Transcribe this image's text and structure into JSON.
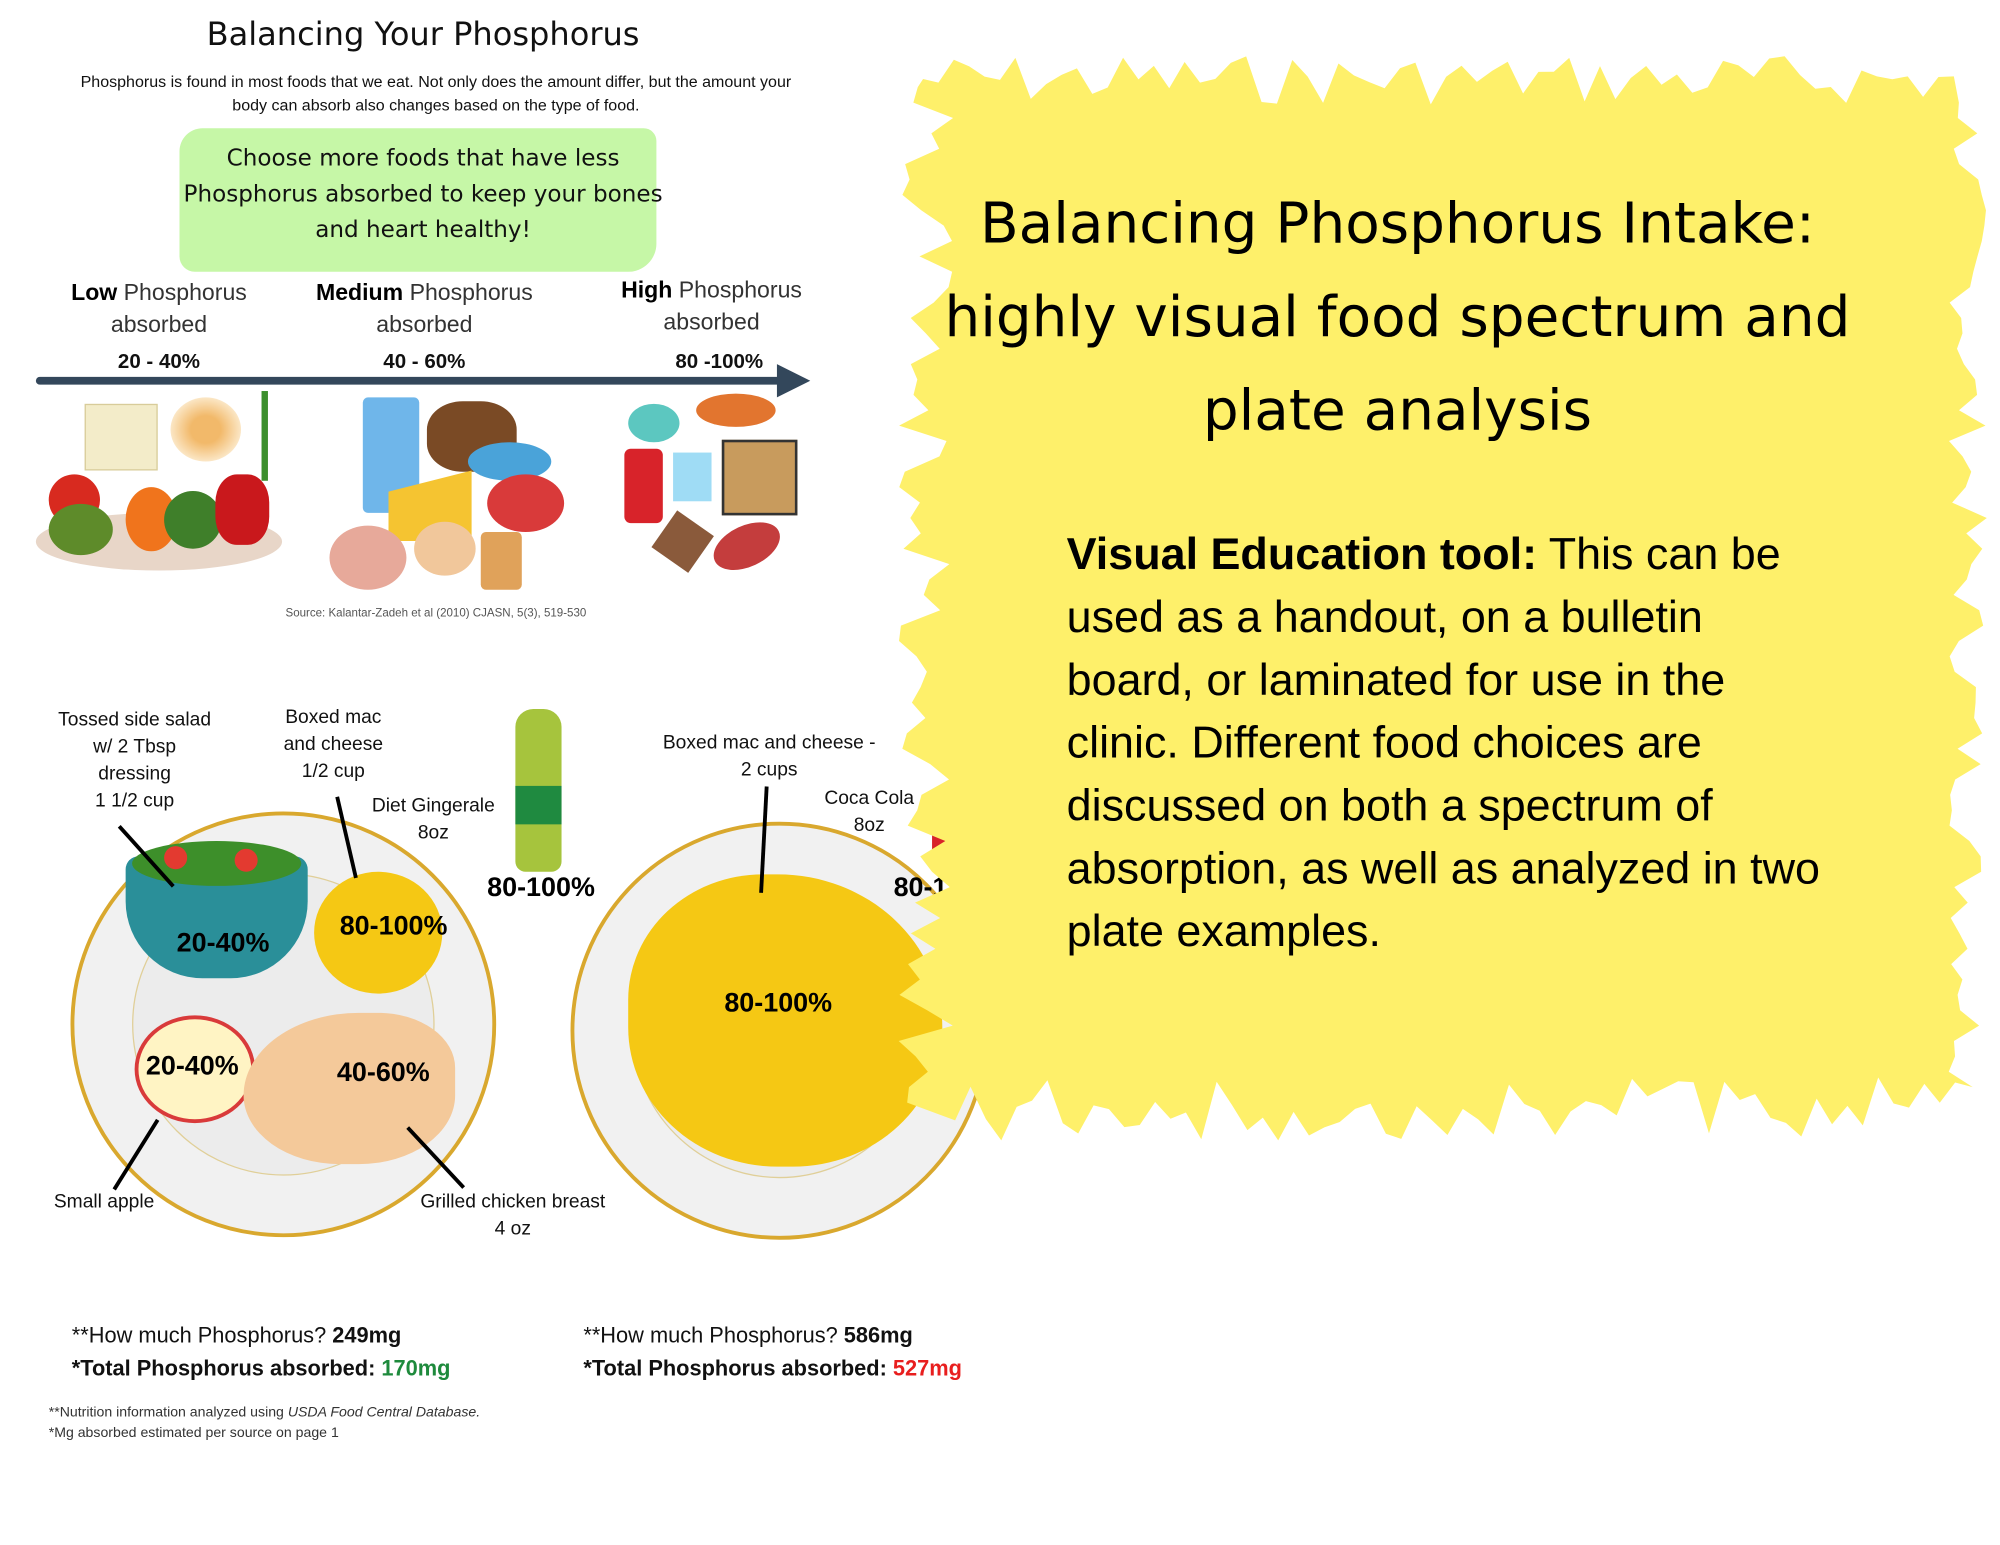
{
  "handout": {
    "title": "Balancing Your Phosphorus",
    "intro": "Phosphorus is found in most foods that we eat. Not only does the amount differ, but the amount your body can absorb also changes based on the type of food.",
    "callout": "Choose more foods that have less Phosphorus absorbed to keep your bones and heart healthy!",
    "spectrum": [
      {
        "level": "Low",
        "rest": " Phosphorus",
        "sub": "absorbed",
        "range": "20 - 40%"
      },
      {
        "level": "Medium",
        "rest": " Phosphorus",
        "sub": "absorbed",
        "range": "40 - 60%"
      },
      {
        "level": "High",
        "rest": " Phosphorus",
        "sub": "absorbed",
        "range": "80 -100%"
      }
    ],
    "source": "Source: Kalantar-Zadeh et al (2010) CJASN, 5(3), 519-530",
    "arrow_color": "#33475b"
  },
  "plate1": {
    "salad_label": [
      "Tossed side salad",
      "w/ 2 Tbsp",
      "dressing",
      "1 1/2 cup"
    ],
    "mac_label": [
      "Boxed mac",
      "and cheese",
      "1/2 cup"
    ],
    "drink_label": [
      "Diet Gingerale",
      "8oz"
    ],
    "apple_label": "Small apple",
    "chicken_label": [
      "Grilled chicken breast",
      "4 oz"
    ],
    "salad_pct": "20-40%",
    "mac_pct": "80-100%",
    "apple_pct": "20-40%",
    "chicken_pct": "40-60%",
    "drink_pct": "80-100%",
    "how_much_prefix": "**How much Phosphorus? ",
    "how_much_value": "249mg",
    "absorbed_prefix": "*Total Phosphorus absorbed: ",
    "absorbed_value": "170mg",
    "absorbed_color": "#1e8a3c"
  },
  "plate2": {
    "mac_label": [
      "Boxed mac and cheese -",
      "2 cups"
    ],
    "drink_label": [
      "Coca Cola",
      "8oz"
    ],
    "mac_pct": "80-100%",
    "drink_pct": "80-1",
    "how_much_prefix": "**How much Phosphorus? ",
    "how_much_value": "586mg",
    "absorbed_prefix": "*Total Phosphorus absorbed: ",
    "absorbed_value": "527mg",
    "absorbed_color": "#e81e1e"
  },
  "footnotes": {
    "line1_prefix": "**Nutrition information analyzed using ",
    "line1_italic": "USDA Food Central Database.",
    "line2": "*Mg absorbed estimated per source on page 1"
  },
  "overlay": {
    "title_lines": [
      "Balancing Phosphorus Intake:",
      "highly visual food spectrum and",
      "plate analysis"
    ],
    "body_bold": "Visual Education tool:",
    "body_rest": " This can be used as a handout, on a bulletin board, or laminated for use in the clinic. Different food choices are discussed on both a spectrum of absorption, as well as analyzed in two plate examples.",
    "color": "#fef06a"
  }
}
